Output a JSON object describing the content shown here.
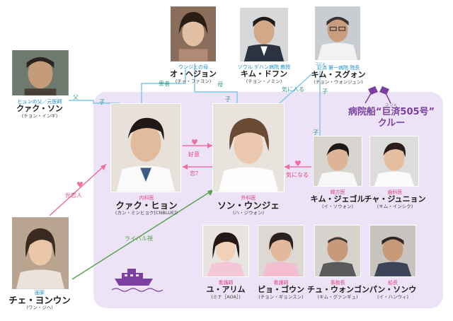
{
  "crew": {
    "title_line1": "病院船“巨済505号”",
    "title_line2": "クルー",
    "ruby": "コ ジェ"
  },
  "people": {
    "park_son": {
      "role": "ヒョンの父／元医師",
      "name": "クァク・ソン",
      "actor": "(チョン・インギ)"
    },
    "o_hyejin": {
      "role": "ウンジェの母",
      "name": "オ・ヘジョン",
      "actor": "(チャ・ファヨン)"
    },
    "kim_dofun": {
      "role": "ソウル デハン病院 教授",
      "name": "キム・ドフン",
      "actor": "(チョン・ノミン)"
    },
    "kim_sugwan": {
      "role": "巨済 第一病院 院長",
      "role_ruby": "コジェ",
      "name": "キム・スグォン",
      "actor": "(チョン・ウォンジュン)"
    },
    "park_hyun": {
      "role": "内科医",
      "name": "クァク・ヒョン",
      "actor": "(カン・ミンヒョク[CNBLUE])"
    },
    "son_eunjae": {
      "role": "外科医",
      "name": "ソン・ウンジェ",
      "actor": "(ハ・ジウォン)"
    },
    "kim_jaegol": {
      "role": "韓方医",
      "name": "キム・ジェゴル",
      "actor": "(イ・ソウォン)"
    },
    "cha_junyon": {
      "role": "歯科医",
      "name": "チャ・ジュニョン",
      "actor": "(キム・インシク)"
    },
    "che_yonun": {
      "role": "画家",
      "name": "チェ・ヨンウン",
      "actor": "(ワン・ジヘ)"
    },
    "yu_arim": {
      "role": "看護師",
      "name": "ユ・アリム",
      "actor": "(ミナ［AOA］)"
    },
    "pyo_goun": {
      "role": "看護師",
      "name": "ピョ・ゴウン",
      "actor": "(チョン・ギョンスン)"
    },
    "chu_wongon": {
      "role": "事務長",
      "name": "チュ・ウォンゴン",
      "actor": "(キム・グァンギュ)"
    },
    "pan_sonwu": {
      "role": "船長",
      "name": "パン・ソンウ",
      "actor": "(イ・ハンウィ)"
    }
  },
  "relations": {
    "father": "父",
    "child": "子",
    "patient": "患者",
    "mother": "母",
    "noticed": "気に入る",
    "child2": "子",
    "child3": "子",
    "child4": "子",
    "favor": "好意",
    "love": "恋？",
    "curious": "気になる",
    "ex_lover": "元恋人",
    "rival": "ライバル視"
  },
  "colors": {
    "crew_bg": "#ece3f6",
    "crew_title": "#7a3fa0",
    "role_blue": "#1a8fd0",
    "heart_pink": "#f06ea0",
    "line_green": "#5aa24c"
  }
}
